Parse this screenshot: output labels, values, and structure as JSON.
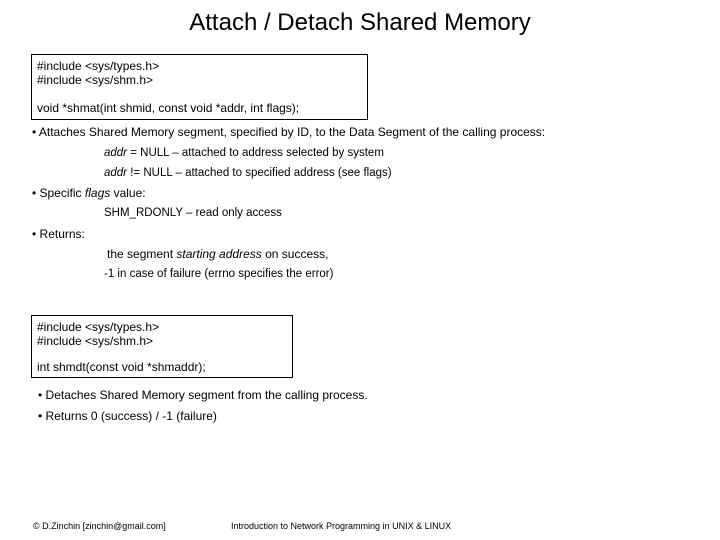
{
  "slide": {
    "title": "Attach / Detach Shared Memory"
  },
  "attach_box": {
    "include_1": "#include <sys/types.h>",
    "include_2": "#include <sys/shm.h>",
    "signature": "void *shmat(int shmid, const void *addr, int flags);"
  },
  "attach_bullets": {
    "b1": "• Attaches Shared Memory segment, specified by ID,  to the Data Segment of the calling process:",
    "addr_null_name": "addr",
    "addr_null_rest": " = NULL  – attached to address selected by system",
    "addr_not_null_name": "addr",
    "addr_not_null_rest": " != NULL  – attached to specified address (see flags)",
    "b2_prefix": "• Specific ",
    "b2_italic": "flags",
    "b2_suffix": " value:",
    "shm_rdonly": "SHM_RDONLY – read only access",
    "b3": "• Returns:",
    "ret1_prefix": "the segment ",
    "ret1_italic": "starting address",
    "ret1_suffix": "  on success,",
    "ret2": "-1 in case of failure (errno specifies the error)"
  },
  "detach_box": {
    "include_1": "#include <sys/types.h>",
    "include_2": "#include <sys/shm.h>",
    "signature": "int shmdt(const void *shmaddr);"
  },
  "detach_bullets": {
    "b1": "• Detaches Shared Memory segment  from the calling process.",
    "b2": "• Returns 0 (success) / -1 (failure)"
  },
  "footer": {
    "copyright": "© D.Zinchin [zinchin@gmail.com]",
    "course": "Introduction to Network Programming in UNIX & LINUX"
  }
}
